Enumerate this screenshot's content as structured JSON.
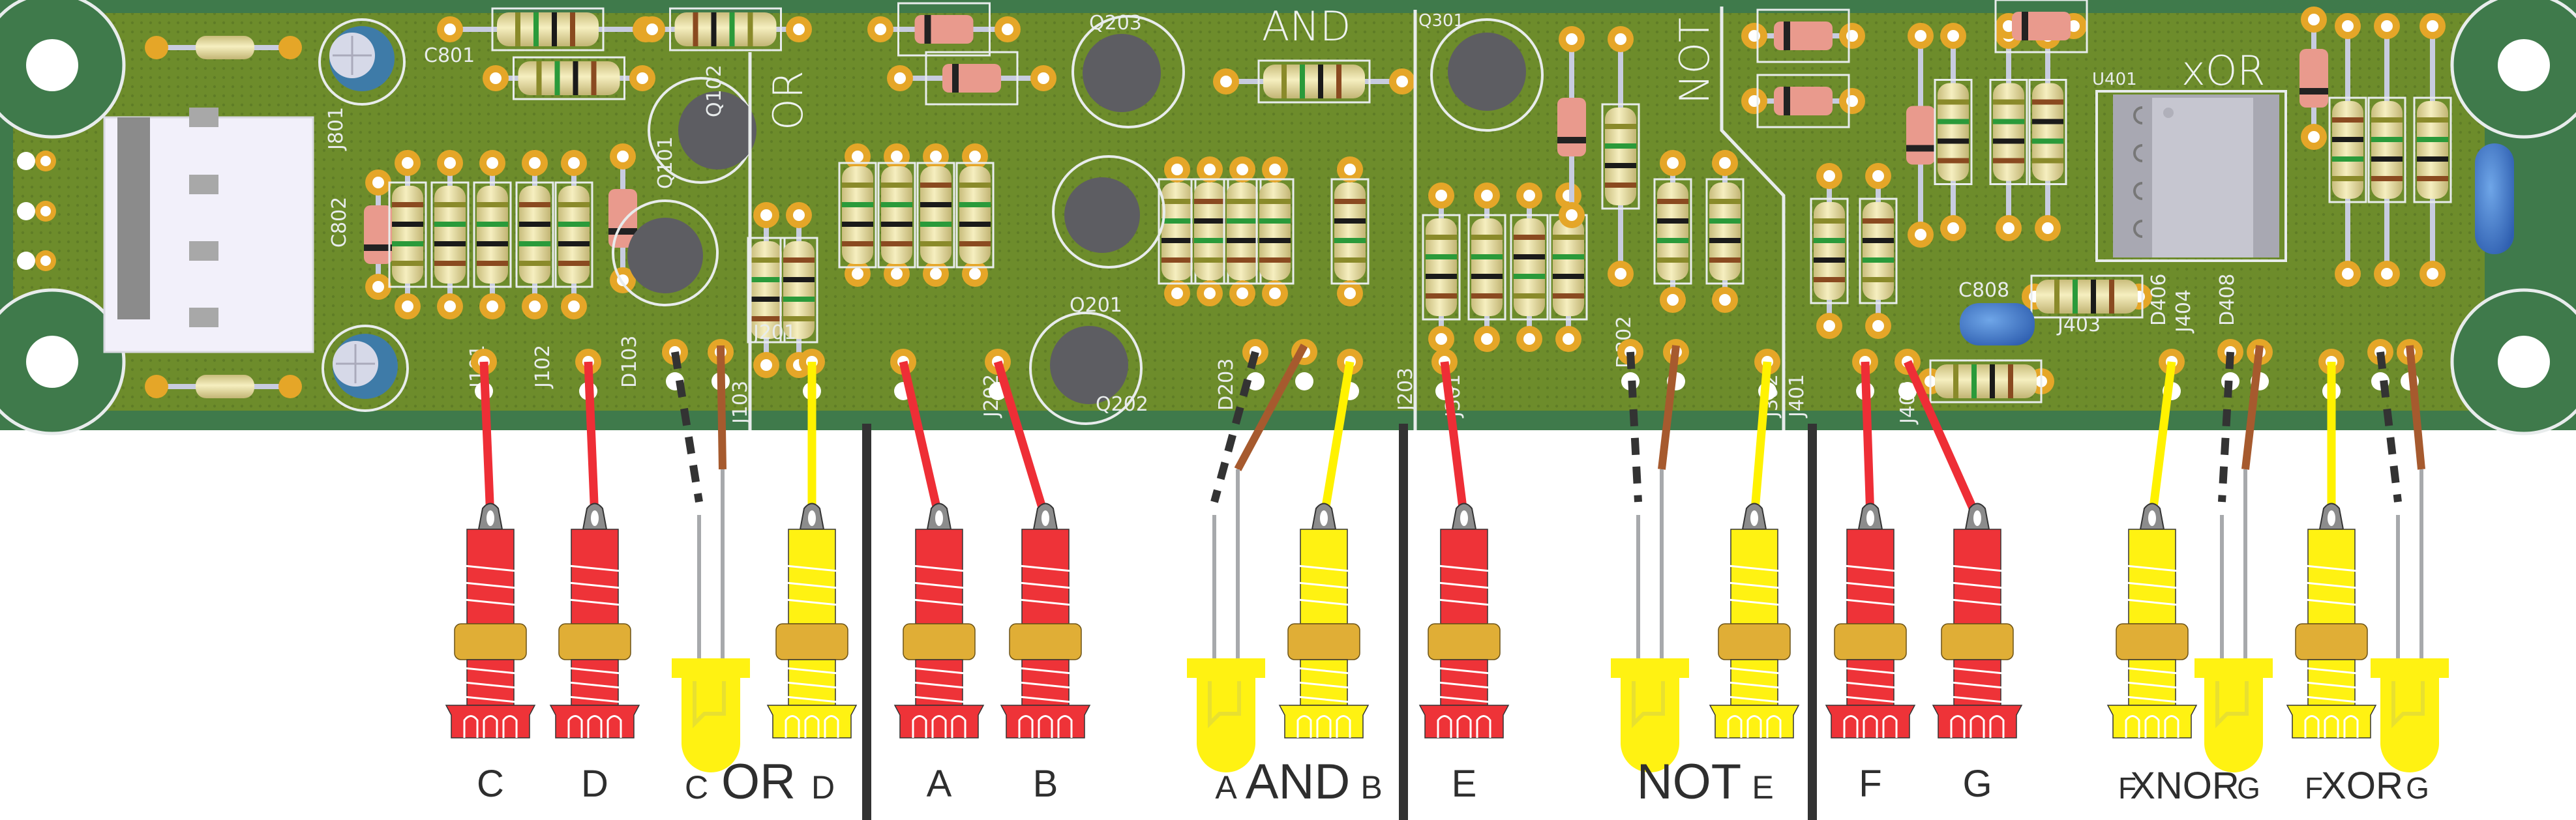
{
  "board": {
    "colors": {
      "pcb_edge": "#3f7a4b",
      "pcb_fill": "#6b8b2a",
      "pad": "#e5a628",
      "silkscreen": "#e8ecec",
      "divider": "#333333",
      "wire_red": "#ee2e36",
      "wire_yellow": "#fff200",
      "wire_brown": "#a65a2e",
      "wire_black": "#333333",
      "jack_red": "#ee3338",
      "jack_yellow": "#fff212",
      "jack_nut": "#e0ae36",
      "led_yellow": "#fff212",
      "transistor": "#5d5d62",
      "resistor_body": "#efe4a6",
      "diode_body": "#e99a8d",
      "ic_body": "#c4c4cc",
      "cap_blue": "#3f79c9"
    },
    "section_titles": {
      "or": "OR",
      "and": "AND",
      "not": "NOT",
      "xor": "xOR"
    },
    "refdes": {
      "c801": "C801",
      "c802": "C802",
      "j801": "J801",
      "q101": "Q101",
      "q102": "Q102",
      "j101": "J101",
      "j102": "J102",
      "d103": "D103",
      "j103": "J103",
      "q201": "Q201",
      "q202": "Q202",
      "q203": "Q203",
      "j201": "J201",
      "j202": "J202",
      "d203": "D203",
      "j203": "J203",
      "q301": "Q301",
      "j301": "J301",
      "d302": "D302",
      "j302": "J302",
      "u401": "U401",
      "c808": "C808",
      "j401": "J401",
      "j402": "J402",
      "j403": "J403",
      "d406": "D406",
      "j404": "J404",
      "d408": "D408"
    }
  },
  "terminals": [
    {
      "id": "C",
      "type": "input-jack",
      "color": "red"
    },
    {
      "id": "D",
      "type": "input-jack",
      "color": "red"
    },
    {
      "id": "C OR D led",
      "type": "led",
      "color": "yellow"
    },
    {
      "id": "C OR D",
      "type": "output-jack",
      "color": "yellow"
    },
    {
      "id": "A",
      "type": "input-jack",
      "color": "red"
    },
    {
      "id": "B",
      "type": "input-jack",
      "color": "red"
    },
    {
      "id": "A AND B led",
      "type": "led",
      "color": "yellow"
    },
    {
      "id": "A AND B",
      "type": "output-jack",
      "color": "yellow"
    },
    {
      "id": "E",
      "type": "input-jack",
      "color": "red"
    },
    {
      "id": "NOT E led",
      "type": "led",
      "color": "yellow"
    },
    {
      "id": "NOT E",
      "type": "output-jack",
      "color": "yellow"
    },
    {
      "id": "F",
      "type": "input-jack",
      "color": "red"
    },
    {
      "id": "G",
      "type": "input-jack",
      "color": "red"
    },
    {
      "id": "F XNOR G",
      "type": "output-jack",
      "color": "yellow"
    },
    {
      "id": "F XNOR G led",
      "type": "led",
      "color": "yellow"
    },
    {
      "id": "F XOR G",
      "type": "output-jack",
      "color": "yellow"
    },
    {
      "id": "F XOR G led",
      "type": "led",
      "color": "yellow"
    }
  ],
  "labels": {
    "c": "C",
    "d": "D",
    "or_small_left": "C",
    "or_big": "OR",
    "or_small_right": "D",
    "a": "A",
    "b": "B",
    "and_small_left": "A",
    "and_big": "AND",
    "and_small_right": "B",
    "e": "E",
    "not_big": "NOT",
    "not_small_right": "E",
    "f": "F",
    "g": "G",
    "xnor_small_left": "F",
    "xnor_big": "XNOR",
    "xnor_small_right": "G",
    "xor_small_left": "F",
    "xor_big": "XOR",
    "xor_small_right": "G"
  }
}
